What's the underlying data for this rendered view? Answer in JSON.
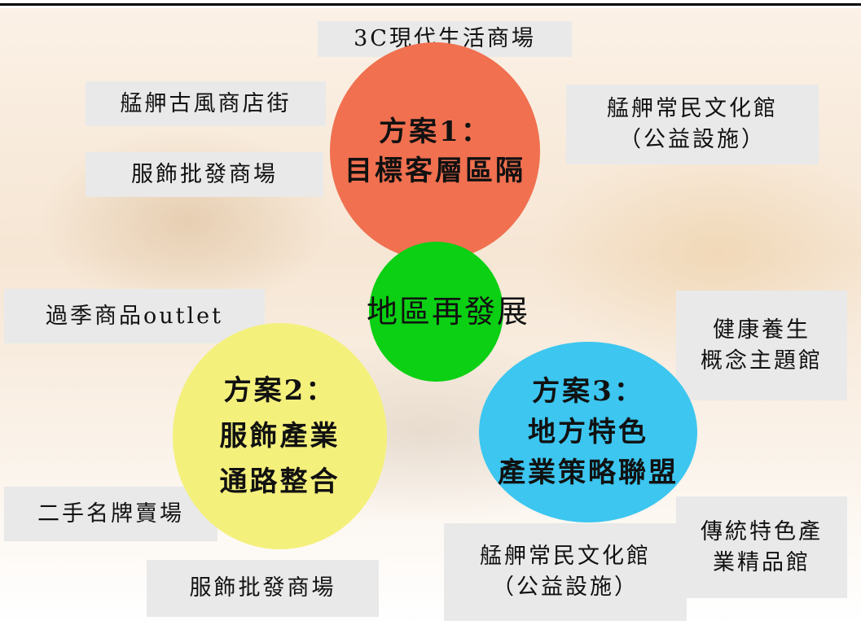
{
  "center": {
    "label": "地區再發展"
  },
  "plans": [
    {
      "line1": "方案1：",
      "line2": "目標客層區隔",
      "color": "#f07050"
    },
    {
      "line1": "方案2：",
      "line2": "服飾產業",
      "line3": "通路整合",
      "color": "#f4f07c"
    },
    {
      "line1": "方案3：",
      "line2": "地方特色",
      "line3": "產業策略聯盟",
      "color": "#3cc6f0"
    }
  ],
  "center_color": "#0bd013",
  "boxes": {
    "b1": "3C現代生活商場",
    "b2": "艋舺古風商店街",
    "b3": "服飾批發商場",
    "b4_line1": "艋舺常民文化館",
    "b4_line2": "（公益設施）",
    "b5": "過季商品outlet",
    "b6_line1": "健康養生",
    "b6_line2": "概念主題館",
    "b7": "二手名牌賣場",
    "b8": "服飾批發商場",
    "b9_line1": "艋舺常民文化館",
    "b9_line2": "（公益設施）",
    "b10_line1": "傳統特色產",
    "b10_line2": "業精品館"
  }
}
